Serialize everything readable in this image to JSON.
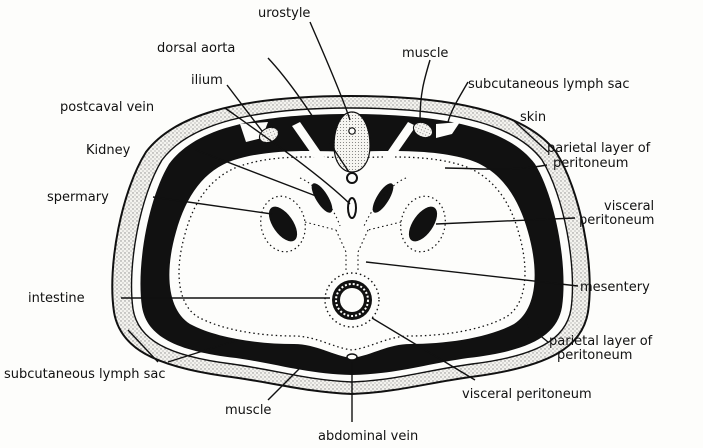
{
  "labels": {
    "urostyle": "urostyle",
    "dorsal_aorta": "dorsal aorta",
    "muscle_top": "muscle",
    "ilium": "ilium",
    "subcutaneous_lymph_sac_top": "subcutaneous lymph sac",
    "postcaval_vein": "postcaval vein",
    "skin": "skin",
    "kidney": "Kidney",
    "parietal_peritoneum_top_1": "parietal layer of",
    "parietal_peritoneum_top_2": "peritoneum",
    "spermary": "spermary",
    "visceral_peritoneum_right_1": "visceral",
    "visceral_peritoneum_right_2": "peritoneum",
    "intestine": "intestine",
    "mesentery": "mesentery",
    "parietal_peritoneum_bottom_1": "parietal layer of",
    "parietal_peritoneum_bottom_2": "peritoneum",
    "subcutaneous_lymph_sac_bottom": "subcutaneous lymph sac",
    "visceral_peritoneum_bottom": "visceral peritoneum",
    "muscle_bottom": "muscle",
    "abdominal_vein": "abdominal vein"
  },
  "colors": {
    "ink": "#111111",
    "paper": "#fdfdfb",
    "stipple": "#8a8a8a"
  }
}
